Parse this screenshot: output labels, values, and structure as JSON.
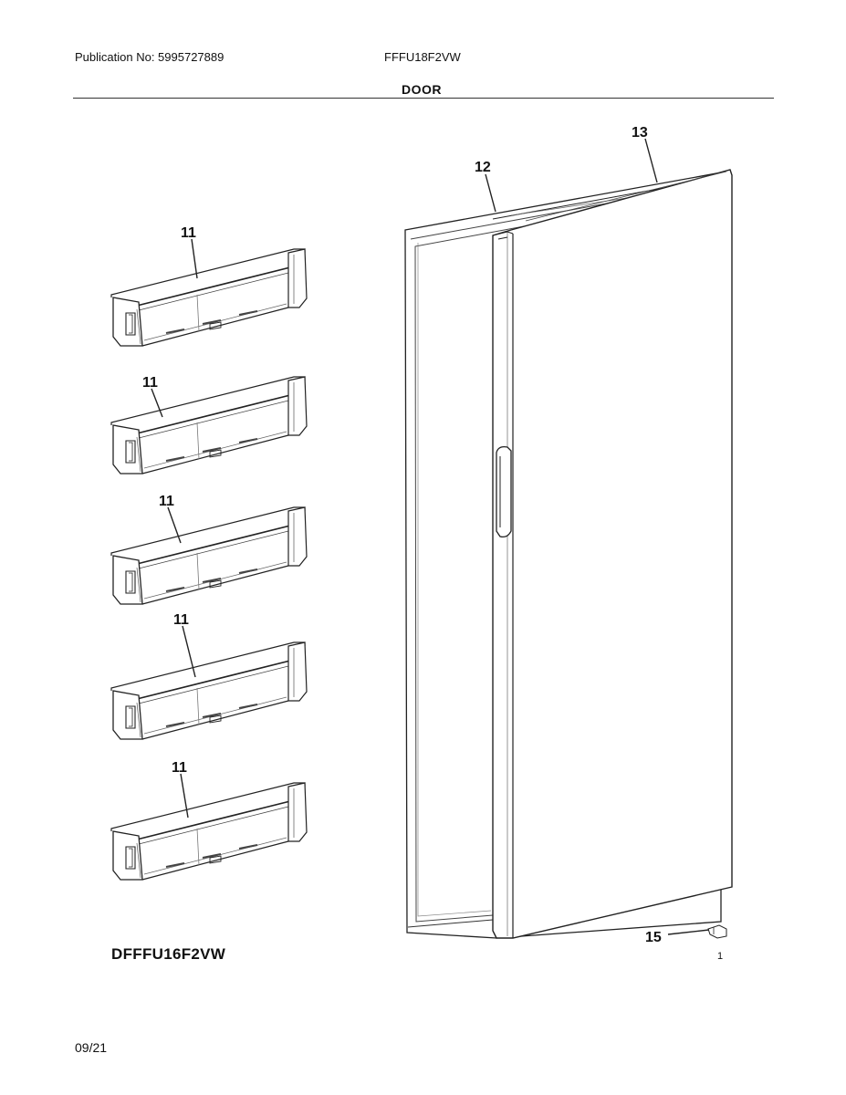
{
  "header": {
    "publication": "Publication No: 5995727889",
    "model": "FFFU18F2VW",
    "section": "DOOR"
  },
  "callouts": {
    "bin_1": "11",
    "bin_2": "11",
    "bin_3": "11",
    "bin_4": "11",
    "bin_5": "11",
    "gasket": "12",
    "door_top": "13",
    "hinge_part": "15"
  },
  "footer": {
    "variant_model": "DFFFU16F2VW",
    "date": "09/21",
    "page_mark": "1"
  }
}
